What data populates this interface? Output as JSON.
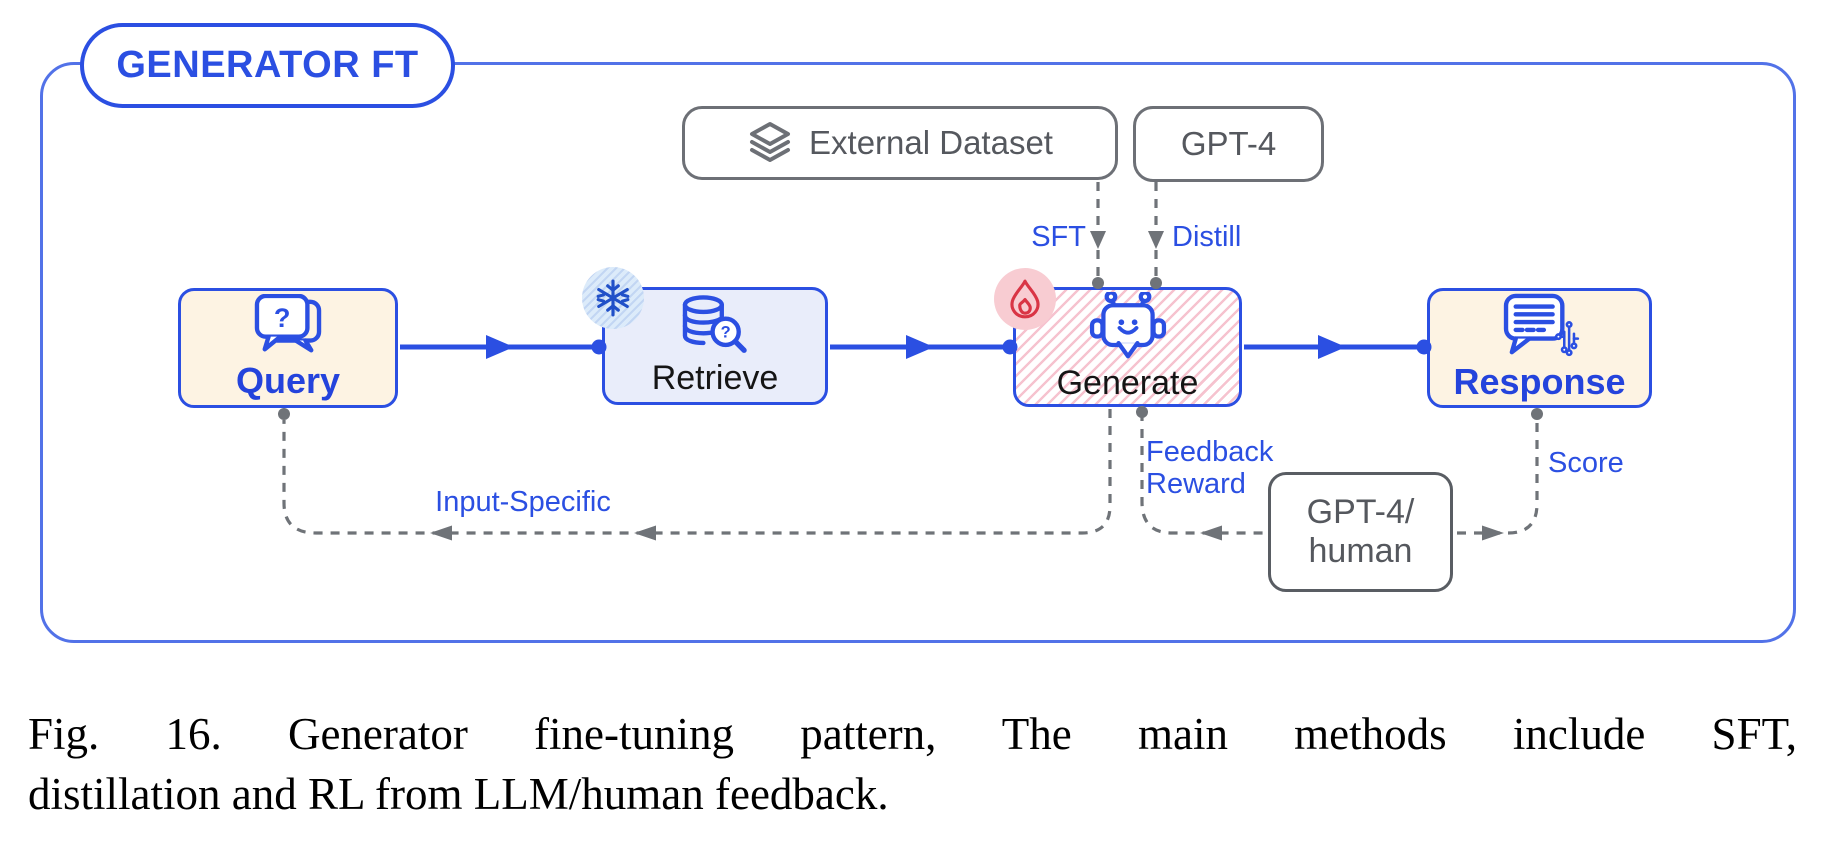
{
  "diagram": {
    "group_label": "GENERATOR FT",
    "nodes": {
      "query": {
        "label": "Query"
      },
      "retrieve": {
        "label": "Retrieve"
      },
      "generate": {
        "label": "Generate"
      },
      "response": {
        "label": "Response"
      },
      "external_dataset": {
        "label": "External Dataset"
      },
      "gpt4": {
        "label": "GPT-4"
      },
      "gpt4_human": {
        "label": "GPT-4/\nhuman"
      }
    },
    "edge_labels": {
      "sft": "SFT",
      "distill": "Distill",
      "input_specific": "Input-Specific",
      "feedback_reward": "Feedback\nReward",
      "score": "Score"
    },
    "badges": {
      "frozen": "snowflake (frozen module)",
      "trainable": "fire (trainable module)"
    },
    "colors": {
      "accent_blue": "#2b4fe2",
      "container_blue": "#5272e8",
      "cream_fill": "#fdf3e3",
      "lavender_fill": "#e9edfa",
      "hatch_pink": "#f6c3cf",
      "gray": "#6d7076",
      "flame_red": "#d93445",
      "snowflake_blue": "#2050c8"
    }
  },
  "caption": {
    "line1": "Fig. 16. Generator fine-tuning pattern, The main methods include SFT,",
    "line2": "distillation and RL from LLM/human feedback."
  }
}
